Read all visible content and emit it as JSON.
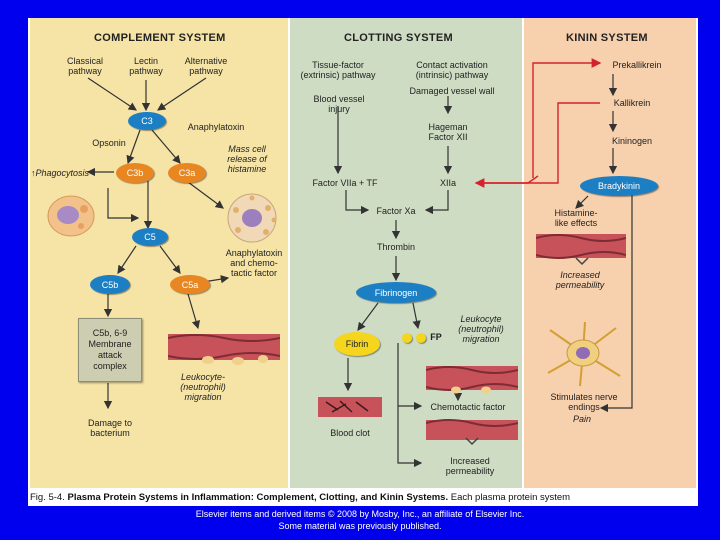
{
  "complement": {
    "title": "COMPLEMENT SYSTEM",
    "classical": "Classical\npathway",
    "lectin": "Lectin\npathway",
    "alternative": "Alternative\npathway",
    "c3": "C3",
    "anaphylatoxin": "Anaphylatoxin",
    "opsonin": "Opsonin",
    "phagocytosis": "Phagocytosis",
    "c3b": "C3b",
    "c3a": "C3a",
    "mast_cell": "Mass cell\nrelease of\nhistamine",
    "c5": "C5",
    "anaphylatoxin_chemo": "Anaphylatoxin\nand chemo-\ntactic factor",
    "c5b": "C5b",
    "c5a": "C5a",
    "membrane": "C5b, 6-9\nMembrane\nattack\ncomplex",
    "leukocyte_migration": "Leukocyte-\n(neutrophil)\nmigration",
    "damage": "Damage to\nbacterium"
  },
  "clotting": {
    "title": "CLOTTING SYSTEM",
    "tissue_factor": "Tissue-factor\n(extrinsic) pathway",
    "contact_activation": "Contact activation\n(intrinsic) pathway",
    "damaged_wall": "Damaged vessel wall",
    "blood_vessel_injury": "Blood vessel\ninjury",
    "hageman": "Hageman\nFactor XII",
    "factor_viia": "Factor VIIa + TF",
    "xiia": "XIIa",
    "factor_xa": "Factor Xa",
    "thrombin": "Thrombin",
    "fibrinogen": "Fibrinogen",
    "fibrin": "Fibrin",
    "fp": "FP",
    "leukocyte_migration": "Leukocyte\n(neutrophil)\nmigration",
    "chemotactic": "Chemotactic factor",
    "blood_clot": "Blood clot",
    "increased_permeability": "Increased\npermeability"
  },
  "kinin": {
    "title": "KININ SYSTEM",
    "prekallikrein": "Prekallikrein",
    "kallikrein": "Kallikrein",
    "kininogen": "Kininogen",
    "bradykinin": "Bradykinin",
    "histamine_like": "Histamine-\nlike effects",
    "increased_permeability": "Increased\npermeability",
    "stimulates": "Stimulates nerve\nendings",
    "pain": "Pain"
  },
  "caption": {
    "fig": "Fig. 5-4.",
    "title": "Plasma Protein Systems in Inflammation: Complement, Clotting, and Kinin Systems.",
    "rest": "Each plasma protein system"
  },
  "footer": {
    "line1": "Elsevier items and derived items © 2008 by Mosby, Inc., an affiliate of Elsevier Inc.",
    "line2": "Some material was previously published."
  },
  "colors": {
    "slide_bg": "#0000ee",
    "complement_bg": "#f6e4a6",
    "clotting_bg": "#cfdcc4",
    "kinin_bg": "#f7d0ad",
    "blue_node": "#1c7fc4",
    "orange_node": "#e88722",
    "yellow_node": "#f5d61c",
    "red_arrow": "#d3232c"
  }
}
